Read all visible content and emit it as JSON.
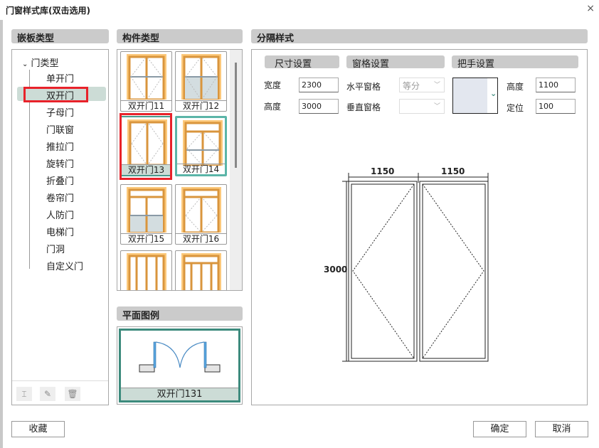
{
  "window": {
    "title": "门窗样式库(双击选用)",
    "close": "×"
  },
  "left": {
    "header": "嵌板类型",
    "root": "门类型",
    "items": [
      "单开门",
      "双开门",
      "子母门",
      "门联窗",
      "推拉门",
      "旋转门",
      "折叠门",
      "卷帘门",
      "人防门",
      "电梯门",
      "门洞",
      "自定义门"
    ],
    "selected": "双开门"
  },
  "middle": {
    "header": "构件类型",
    "thumbs": [
      "双开门11",
      "双开门12",
      "双开门13",
      "双开门14",
      "双开门15",
      "双开门16"
    ],
    "selected": "双开门13"
  },
  "plan": {
    "header": "平面图例",
    "label": "双开门131"
  },
  "right": {
    "header": "分隔样式",
    "size": {
      "title": "尺寸设置",
      "width_label": "宽度",
      "width": "2300",
      "height_label": "高度",
      "height": "3000"
    },
    "grid": {
      "title": "窗格设置",
      "h_label": "水平窗格",
      "h_value": "等分",
      "v_label": "垂直窗格",
      "v_value": ""
    },
    "handle": {
      "title": "把手设置",
      "height_label": "高度",
      "height": "1100",
      "pos_label": "定位",
      "pos": "100"
    },
    "drawing": {
      "w1": "1150",
      "w2": "1150",
      "h": "3000"
    }
  },
  "buttons": {
    "favorite": "收藏",
    "ok": "确定",
    "cancel": "取消"
  },
  "colors": {
    "frame": "#d9953d",
    "accent": "#4a9a8c",
    "selected_bg": "#ccdcd6",
    "highlight": "#e8222a"
  }
}
